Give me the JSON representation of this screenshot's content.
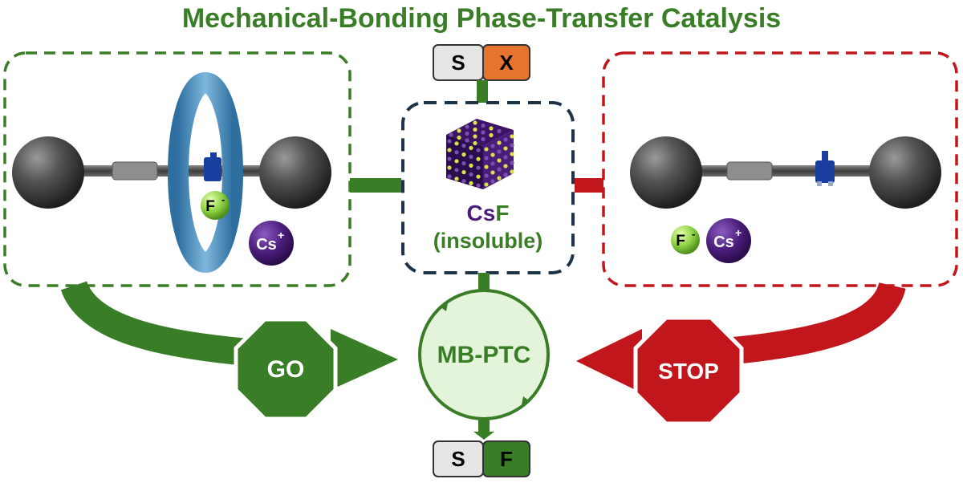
{
  "title": "Mechanical-Bonding Phase-Transfer Catalysis",
  "substrate_top": {
    "left": "S",
    "right": "X"
  },
  "substrate_bottom": {
    "left": "S",
    "right": "F"
  },
  "salt": {
    "cs": "Cs",
    "f": "F",
    "state": "(insoluble)"
  },
  "catalyst": {
    "label": "MB-PTC"
  },
  "signs": {
    "go": "GO",
    "stop": "STOP"
  },
  "ions": {
    "left_anion_base": "F",
    "left_anion_sup": "-",
    "left_cation_base": "Cs",
    "left_cation_sup": "+",
    "right_anion_base": "F",
    "right_anion_sup": "-",
    "right_cation_base": "Cs",
    "right_cation_sup": "+"
  },
  "colors": {
    "green": "#3a7d27",
    "red": "#c0161c",
    "navy": "#1d3347",
    "purple": "#4a1d7a",
    "orange": "#e6742e",
    "light_green": "#e4f4da",
    "ring_blue": "#4f8fbf"
  }
}
